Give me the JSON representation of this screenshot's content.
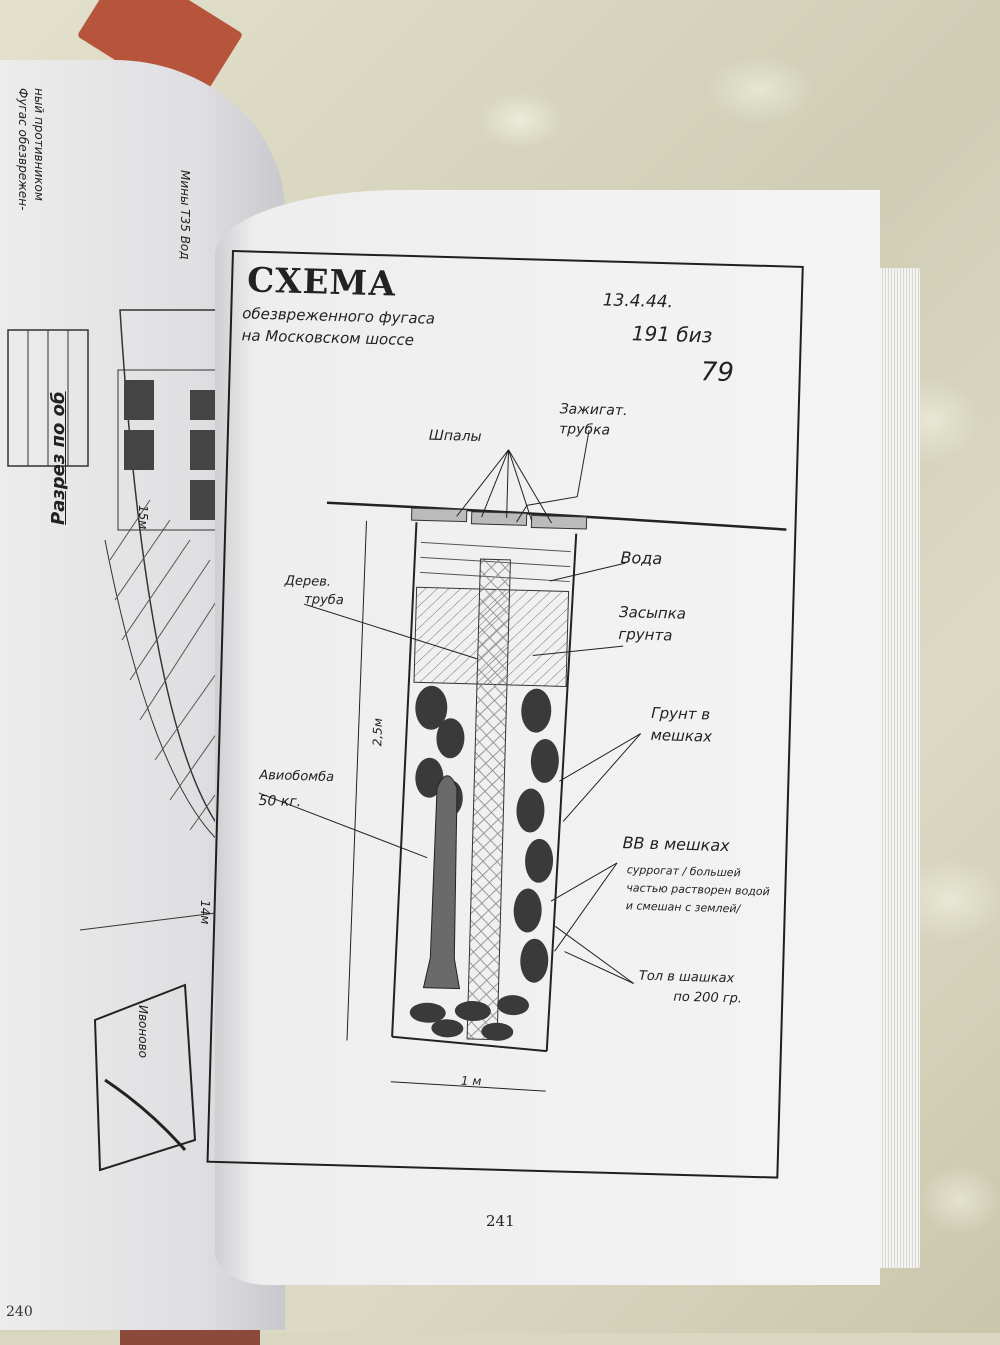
{
  "photo": {
    "description": "Photo of an open book on a tablecloth showing a hand-drawn scheme",
    "right_page": {
      "title": "СХЕМА",
      "subtitle_line1": "обезвреженного фугаса",
      "subtitle_line2": "на Московском шоссе",
      "date": "13.4.44.",
      "ref": "191 биз",
      "ref2": "79",
      "labels": {
        "shafts": "Шпалы",
        "fuse_tube_1": "Зажигат.",
        "fuse_tube_2": "трубка",
        "water": "Вода",
        "wood_tube_1": "Дерев.",
        "wood_tube_2": "труба",
        "backfill_1": "Засыпка",
        "backfill_2": "грунта",
        "soil_bags_1": "Грунт в",
        "soil_bags_2": "мешках",
        "depth": "2,5м",
        "bomb_1": "Авиобомба",
        "bomb_2": "50 кг.",
        "explosives": "ВВ в мешках",
        "mix_1": "суррогат / большей",
        "mix_2": "частью растворен водой",
        "mix_3": "и смешан с землей/",
        "tol_1": "Тол в шашках",
        "tol_2": "по 200 гр.",
        "width": "1 м"
      },
      "page_number": "241"
    },
    "left_page": {
      "label_section": "Разрез по об",
      "label_top_1": "Фугас обезврежен-",
      "label_top_2": "ный противником",
      "label_mid": "Мины Т35 Вод",
      "label_width": "14м",
      "label_dim_small": "15м",
      "label_town": "Ивоново",
      "page_number": "240"
    }
  }
}
